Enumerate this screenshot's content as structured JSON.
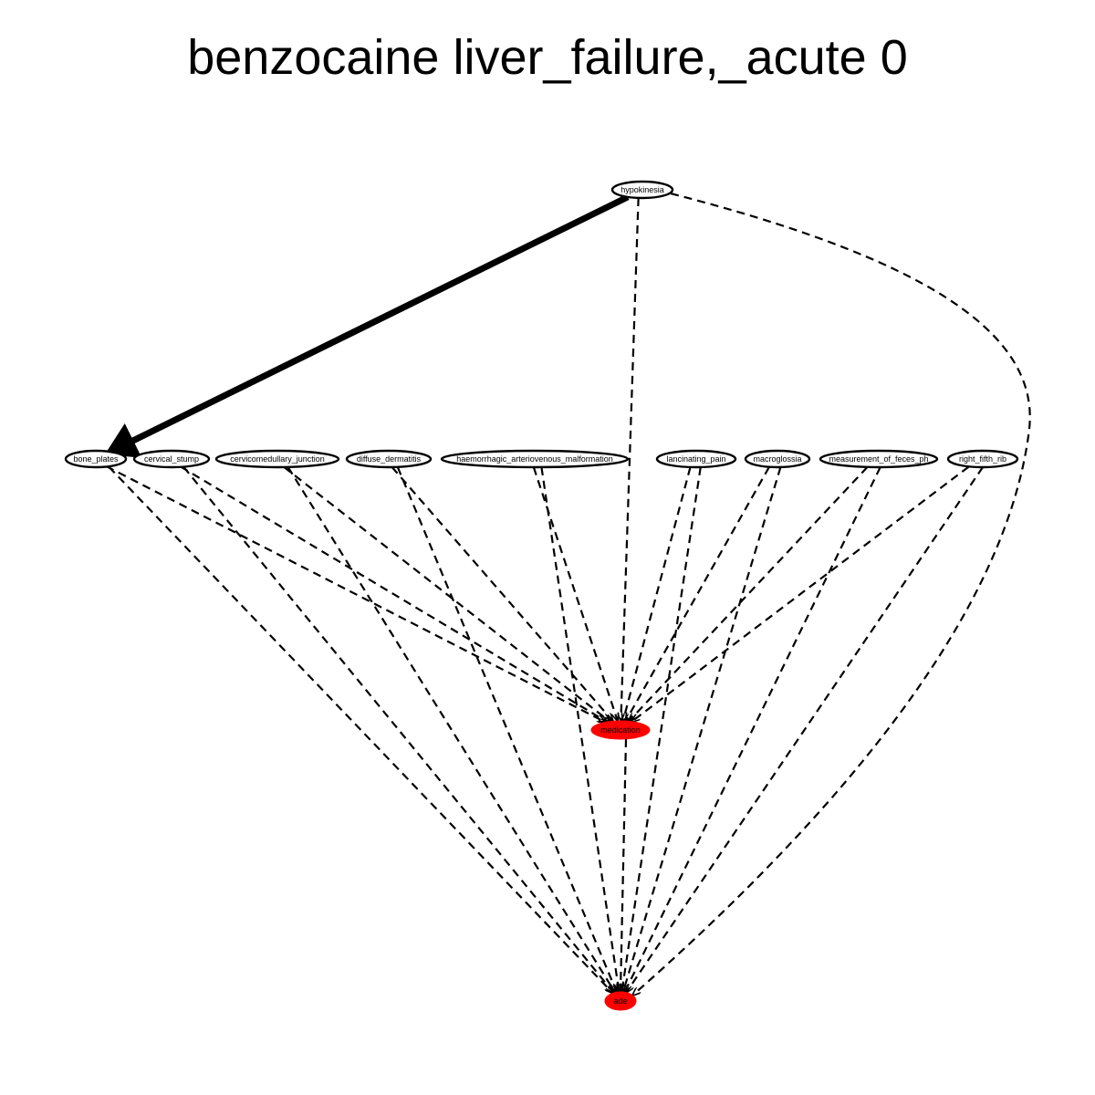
{
  "title": "benzocaine liver_failure,_acute 0",
  "colors": {
    "background": "#ffffff",
    "stroke": "#000000",
    "target_fill": "#ff0000",
    "node_fill": "#ffffff"
  },
  "nodes": [
    {
      "id": "hypokinesia",
      "label": "hypokinesia",
      "kind": "regular"
    },
    {
      "id": "bone_plates",
      "label": "bone_plates",
      "kind": "regular"
    },
    {
      "id": "cervical_stump",
      "label": "cervical_stump",
      "kind": "regular"
    },
    {
      "id": "cervicomedullary_junction",
      "label": "cervicomedullary_junction",
      "kind": "regular"
    },
    {
      "id": "diffuse_dermatitis",
      "label": "diffuse_dermatitis",
      "kind": "regular"
    },
    {
      "id": "haemorrhagic_arteriovenous_malformation",
      "label": "haemorrhagic_arteriovenous_malformation",
      "kind": "regular"
    },
    {
      "id": "lancinating_pain",
      "label": "lancinating_pain",
      "kind": "regular"
    },
    {
      "id": "macroglossia",
      "label": "macroglossia",
      "kind": "regular"
    },
    {
      "id": "measurement_of_feces_ph",
      "label": "measurement_of_feces_ph",
      "kind": "regular"
    },
    {
      "id": "right_fifth_rib",
      "label": "right_fifth_rib",
      "kind": "regular"
    },
    {
      "id": "medication",
      "label": "medication",
      "kind": "target"
    },
    {
      "id": "ade",
      "label": "ade",
      "kind": "target"
    }
  ],
  "edges": [
    {
      "from": "hypokinesia",
      "to": "bone_plates",
      "style": "solid"
    },
    {
      "from": "hypokinesia",
      "to": "medication",
      "style": "dashed"
    },
    {
      "from": "hypokinesia",
      "to": "ade",
      "style": "dashed"
    },
    {
      "from": "bone_plates",
      "to": "medication",
      "style": "dashed"
    },
    {
      "from": "bone_plates",
      "to": "ade",
      "style": "dashed"
    },
    {
      "from": "cervical_stump",
      "to": "medication",
      "style": "dashed"
    },
    {
      "from": "cervical_stump",
      "to": "ade",
      "style": "dashed"
    },
    {
      "from": "cervicomedullary_junction",
      "to": "medication",
      "style": "dashed"
    },
    {
      "from": "cervicomedullary_junction",
      "to": "ade",
      "style": "dashed"
    },
    {
      "from": "diffuse_dermatitis",
      "to": "medication",
      "style": "dashed"
    },
    {
      "from": "diffuse_dermatitis",
      "to": "ade",
      "style": "dashed"
    },
    {
      "from": "haemorrhagic_arteriovenous_malformation",
      "to": "medication",
      "style": "dashed"
    },
    {
      "from": "haemorrhagic_arteriovenous_malformation",
      "to": "ade",
      "style": "dashed"
    },
    {
      "from": "lancinating_pain",
      "to": "medication",
      "style": "dashed"
    },
    {
      "from": "lancinating_pain",
      "to": "ade",
      "style": "dashed"
    },
    {
      "from": "macroglossia",
      "to": "medication",
      "style": "dashed"
    },
    {
      "from": "macroglossia",
      "to": "ade",
      "style": "dashed"
    },
    {
      "from": "measurement_of_feces_ph",
      "to": "medication",
      "style": "dashed"
    },
    {
      "from": "measurement_of_feces_ph",
      "to": "ade",
      "style": "dashed"
    },
    {
      "from": "right_fifth_rib",
      "to": "medication",
      "style": "dashed"
    },
    {
      "from": "right_fifth_rib",
      "to": "ade",
      "style": "dashed"
    },
    {
      "from": "medication",
      "to": "ade",
      "style": "dashed"
    }
  ]
}
